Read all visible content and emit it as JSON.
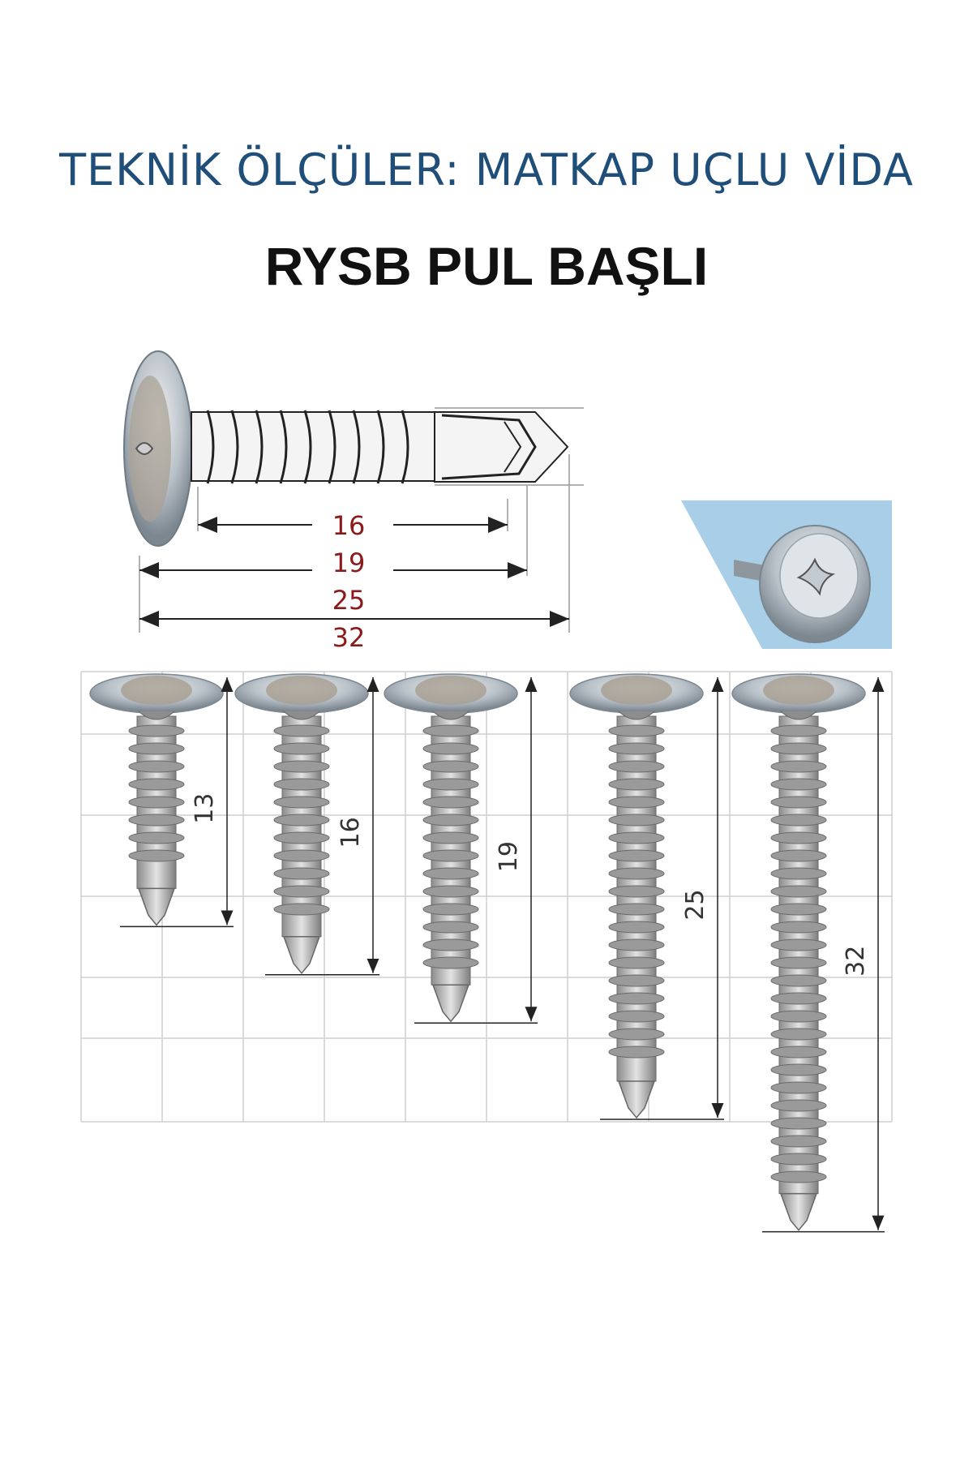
{
  "header": {
    "title": "TEKNİK ÖLÇÜLER: MATKAP UÇLU VİDA",
    "subtitle": "RYSB PUL BAŞLI"
  },
  "side_view": {
    "dimensions": [
      "16",
      "19",
      "25",
      "32"
    ]
  },
  "screw_lineup": {
    "lengths": [
      "13",
      "16",
      "19",
      "25",
      "32"
    ]
  },
  "colors": {
    "title": "#1f4e79",
    "subtitle": "#111111",
    "dimension_text": "#8b1a1a",
    "grid": "#cfcfcf",
    "outline": "#222222",
    "thumbnail_bg": "#a9cfe8"
  },
  "icons": {
    "head": "phillips-head-icon"
  }
}
